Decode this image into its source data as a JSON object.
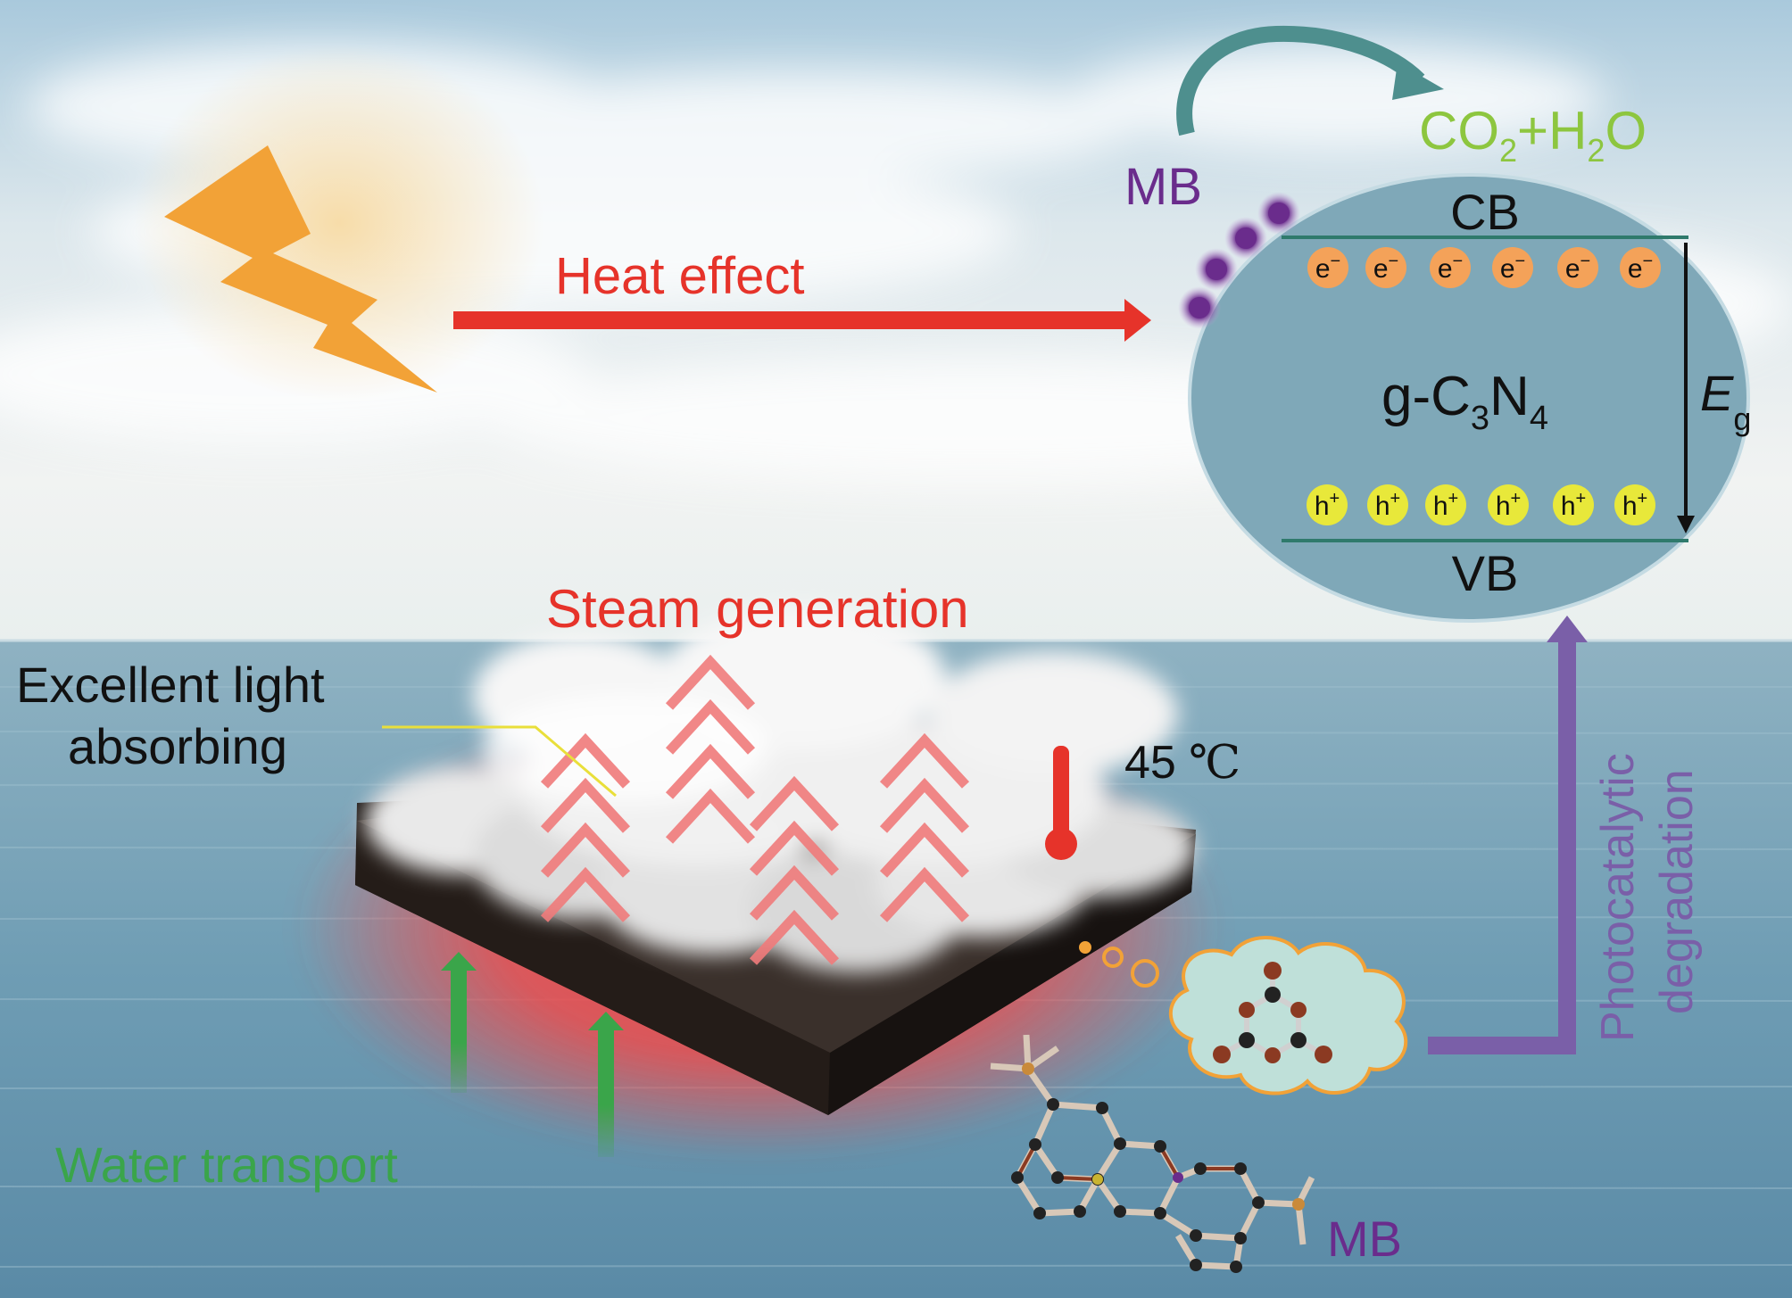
{
  "labels": {
    "heat_effect": "Heat effect",
    "steam_generation": "Steam generation",
    "light_absorbing_line1": "Excellent light",
    "light_absorbing_line2": "absorbing",
    "temperature_value": "45",
    "temperature_unit": "℃",
    "water_transport": "Water transport",
    "photocatalytic_line1": "Photocatalytic",
    "photocatalytic_line2": "degradation",
    "mb_top": "MB",
    "mb_bottom": "MB"
  },
  "product": {
    "co": "CO",
    "two": "2",
    "plus_h": "+H",
    "o": "O"
  },
  "band": {
    "cb": "CB",
    "vb": "VB",
    "material_g": "g-C",
    "material_3": "3",
    "material_n": "N",
    "material_4": "4",
    "eg_e": "E",
    "eg_g": "g"
  },
  "carriers": {
    "electron_base": "e",
    "electron_sup": "−",
    "hole_base": "h",
    "hole_sup": "+"
  },
  "colors": {
    "sun": "#f2a237",
    "heat_arrow": "#e6332a",
    "steam_text": "#e6332a",
    "water_arrow": "#3aa54a",
    "mb": "#6a2c8c",
    "product": "#8dc63f",
    "photocatalytic": "#7a5fa8",
    "ellipse_fill": "#7fa8b8",
    "electron": "#f4a259",
    "hole": "#e8e83a",
    "sea": "#6a9ab2"
  }
}
